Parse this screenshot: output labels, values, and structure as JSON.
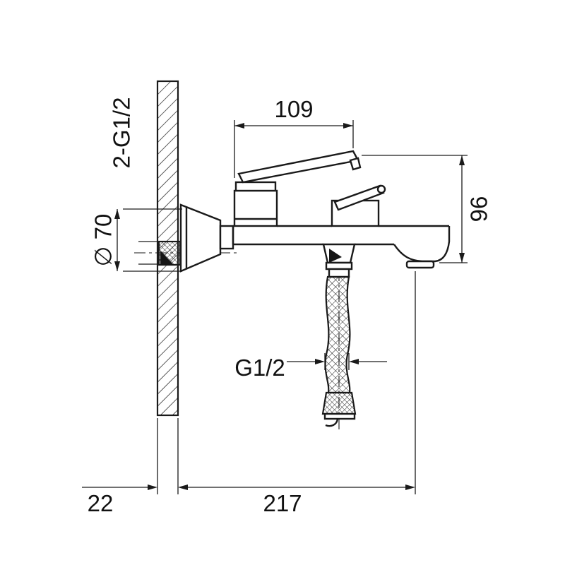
{
  "drawing": {
    "type": "technical-dimension-drawing",
    "subject": "wall-mounted bath shower mixer faucet, side elevation",
    "labels": {
      "width_top": "109",
      "height_right": "96",
      "flange_diameter": "∅ 70",
      "wall_threads": "2-G1/2",
      "hose_thread": "G1/2",
      "wall_thickness": "22",
      "total_depth": "217"
    },
    "colors": {
      "line": "#1a1a1a",
      "background": "#ffffff"
    }
  }
}
